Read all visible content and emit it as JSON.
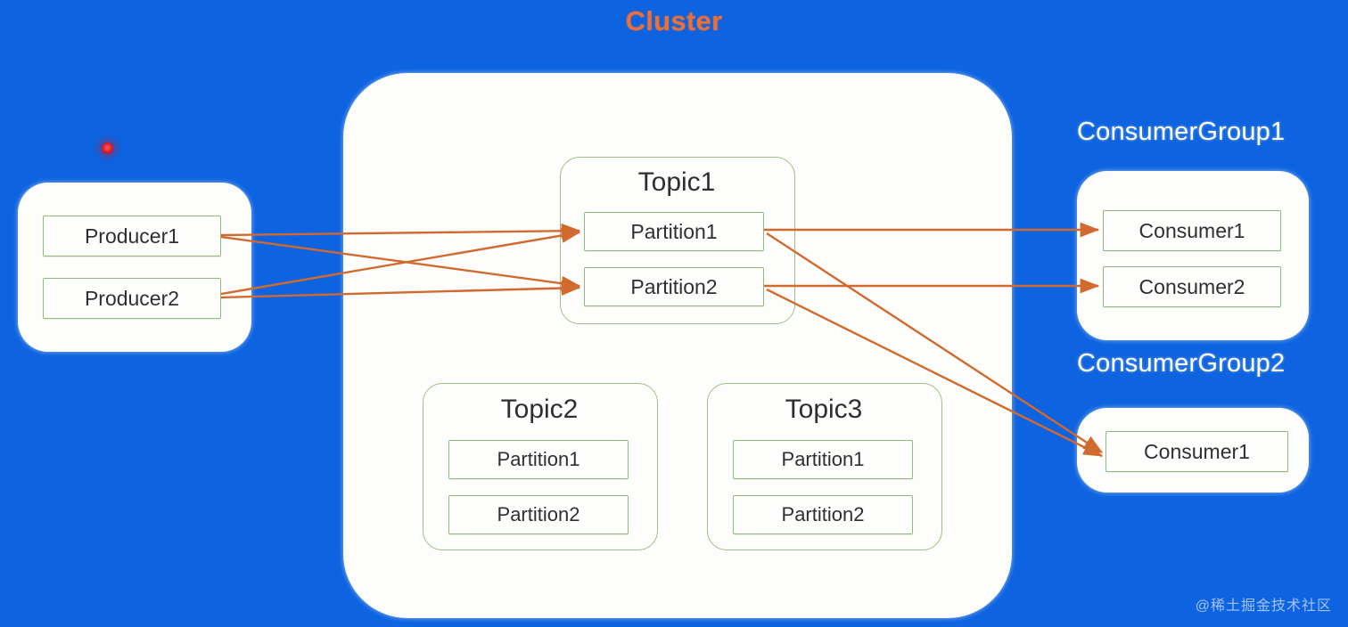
{
  "title": "Cluster",
  "colors": {
    "background": "#0d63e0",
    "title_accent": "#e8703a",
    "panel": "#fdfdfb",
    "node_border": "#8fb97a",
    "arrow": "#d2692e",
    "caption": "#ffffff"
  },
  "producers": {
    "items": [
      {
        "label": "Producer1"
      },
      {
        "label": "Producer2"
      }
    ]
  },
  "cluster": {
    "topics": [
      {
        "name": "Topic1",
        "partitions": [
          {
            "label": "Partition1"
          },
          {
            "label": "Partition2"
          }
        ]
      },
      {
        "name": "Topic2",
        "partitions": [
          {
            "label": "Partition1"
          },
          {
            "label": "Partition2"
          }
        ]
      },
      {
        "name": "Topic3",
        "partitions": [
          {
            "label": "Partition1"
          },
          {
            "label": "Partition2"
          }
        ]
      }
    ]
  },
  "consumer_groups": [
    {
      "caption": "ConsumerGroup1",
      "consumers": [
        {
          "label": "Consumer1"
        },
        {
          "label": "Consumer2"
        }
      ]
    },
    {
      "caption": "ConsumerGroup2",
      "consumers": [
        {
          "label": "Consumer1"
        }
      ]
    }
  ],
  "connections": [
    {
      "from": "Producer1",
      "to": "Topic1.Partition1"
    },
    {
      "from": "Producer1",
      "to": "Topic1.Partition2"
    },
    {
      "from": "Producer2",
      "to": "Topic1.Partition1"
    },
    {
      "from": "Producer2",
      "to": "Topic1.Partition2"
    },
    {
      "from": "Topic1.Partition1",
      "to": "ConsumerGroup1.Consumer1"
    },
    {
      "from": "Topic1.Partition2",
      "to": "ConsumerGroup1.Consumer2"
    },
    {
      "from": "Topic1.Partition1",
      "to": "ConsumerGroup2.Consumer1"
    },
    {
      "from": "Topic1.Partition2",
      "to": "ConsumerGroup2.Consumer1"
    }
  ],
  "watermark": "@稀土掘金技术社区"
}
